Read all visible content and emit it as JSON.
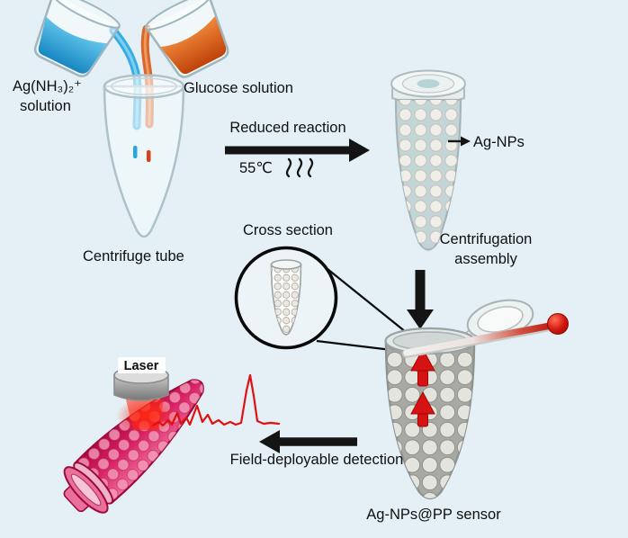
{
  "colors": {
    "background": "#e4f0f5",
    "silver_solution": "#2aa7df",
    "glucose_solution": "#d85a1a",
    "arrow_black": "#141414",
    "red_accent": "#e01010",
    "pink_tube": "#d81858",
    "nanoparticle_fill": "#e9e7e0"
  },
  "labels": {
    "silver_solution_line1": "Ag(NH₃)₂⁺",
    "silver_solution_line2": "solution",
    "glucose_solution": "Glucose solution",
    "centrifuge_tube": "Centrifuge tube",
    "reduced_reaction": "Reduced reaction",
    "temperature": "55℃",
    "ag_nps": "Ag-NPs",
    "cross_section": "Cross section",
    "centrifugation_line1": "Centrifugation",
    "centrifugation_line2": "assembly",
    "laser": "Laser",
    "field_detection": "Field-deployable detection",
    "sensor_name": "Ag-NPs@PP sensor"
  }
}
